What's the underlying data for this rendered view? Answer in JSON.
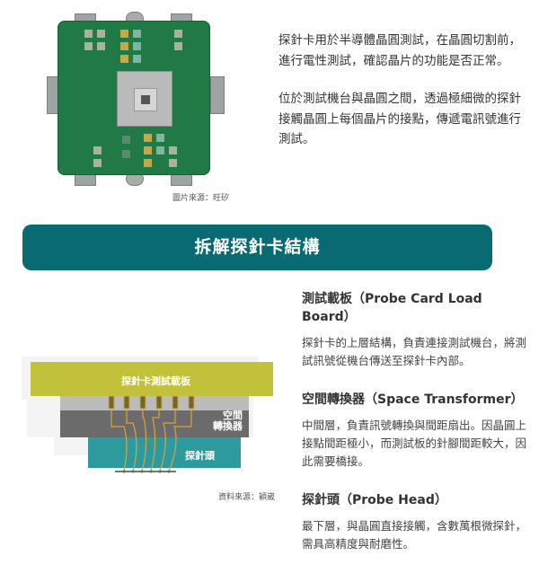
{
  "photo": {
    "alt": "probe-card-photo",
    "caption": "圖片來源：旺矽"
  },
  "intro": {
    "paragraphs": [
      "探針卡用於半導體晶圓測試，在晶圓切割前，進行電性測試，確認晶片的功能是否正常。",
      "位於測試機台與晶圓之間，透過極細微的探針接觸晶圓上每個晶片的接點，傳遞電訊號進行測試。"
    ]
  },
  "banner": {
    "title": "拆解探針卡結構",
    "color": "#086a72"
  },
  "diagram": {
    "layers": [
      {
        "label": "探針卡測試載板",
        "color": "#c2c23a"
      },
      {
        "label": "空間\n轉換器",
        "label_line1": "空間",
        "label_line2": "轉換器",
        "color": "#6b6b6b"
      },
      {
        "label": "探針頭",
        "color": "#2d9a9e"
      }
    ],
    "caption": "資料來源：穎崴",
    "wire_color": "#d9a441"
  },
  "sections": [
    {
      "title": "測試載板（Probe Card Load Board）",
      "body": "探針卡的上層結構，負責連接測試機台，將測試訊號從機台傳送至探針卡內部。"
    },
    {
      "title": "空間轉換器（Space Transformer）",
      "body": "中間層，負責訊號轉換與間距扇出。因晶圓上接點間距極小，而測試板的針腳間距較大，因此需要橋接。"
    },
    {
      "title": "探針頭（Probe Head）",
      "body": "最下層，與晶圓直接接觸，含數萬根微探針，需具高精度與耐磨性。"
    }
  ]
}
